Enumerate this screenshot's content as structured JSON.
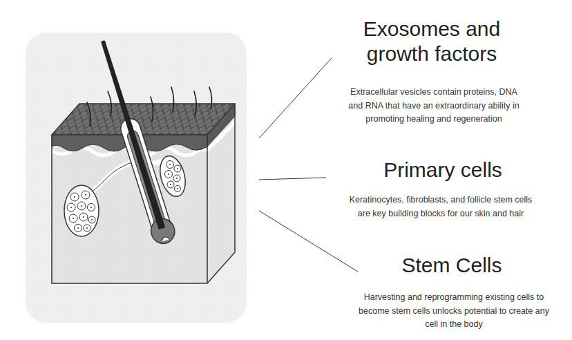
{
  "diagram": {
    "labels": [
      "Exosomes and growth factors",
      "Extracellular vesicles contain proteins, DNA and RNA that have an extraordinary ability in promoting healing and regeneration",
      "Primary cells",
      "Keratinocytes, fibroblasts, and follicle stem cells are key building blocks for our skin and hair",
      "Stem Cells",
      "Harvesting and reprogramming existing cells to become stem cells unlocks potential to create any cell in the body"
    ]
  }
}
